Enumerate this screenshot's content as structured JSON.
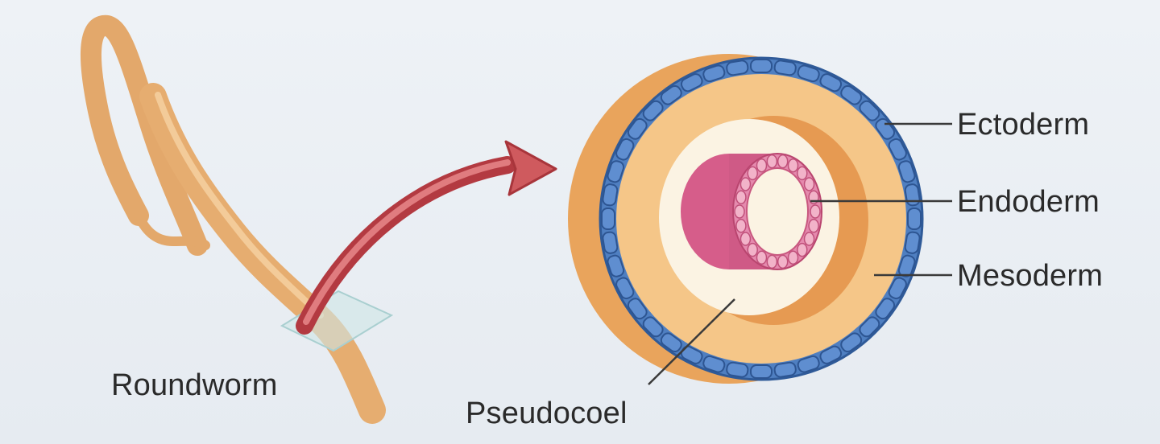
{
  "labels": {
    "roundworm": "Roundworm",
    "pseudocoel": "Pseudocoel",
    "ectoderm": "Ectoderm",
    "endoderm": "Endoderm",
    "mesoderm": "Mesoderm"
  },
  "colors": {
    "background": "#eaeff4",
    "worm": "#e9b176",
    "ectoderm": "#4f7fc1",
    "mesoderm": "#f4c283",
    "endoderm": "#d9648c",
    "arrow": "#c44a4e"
  }
}
